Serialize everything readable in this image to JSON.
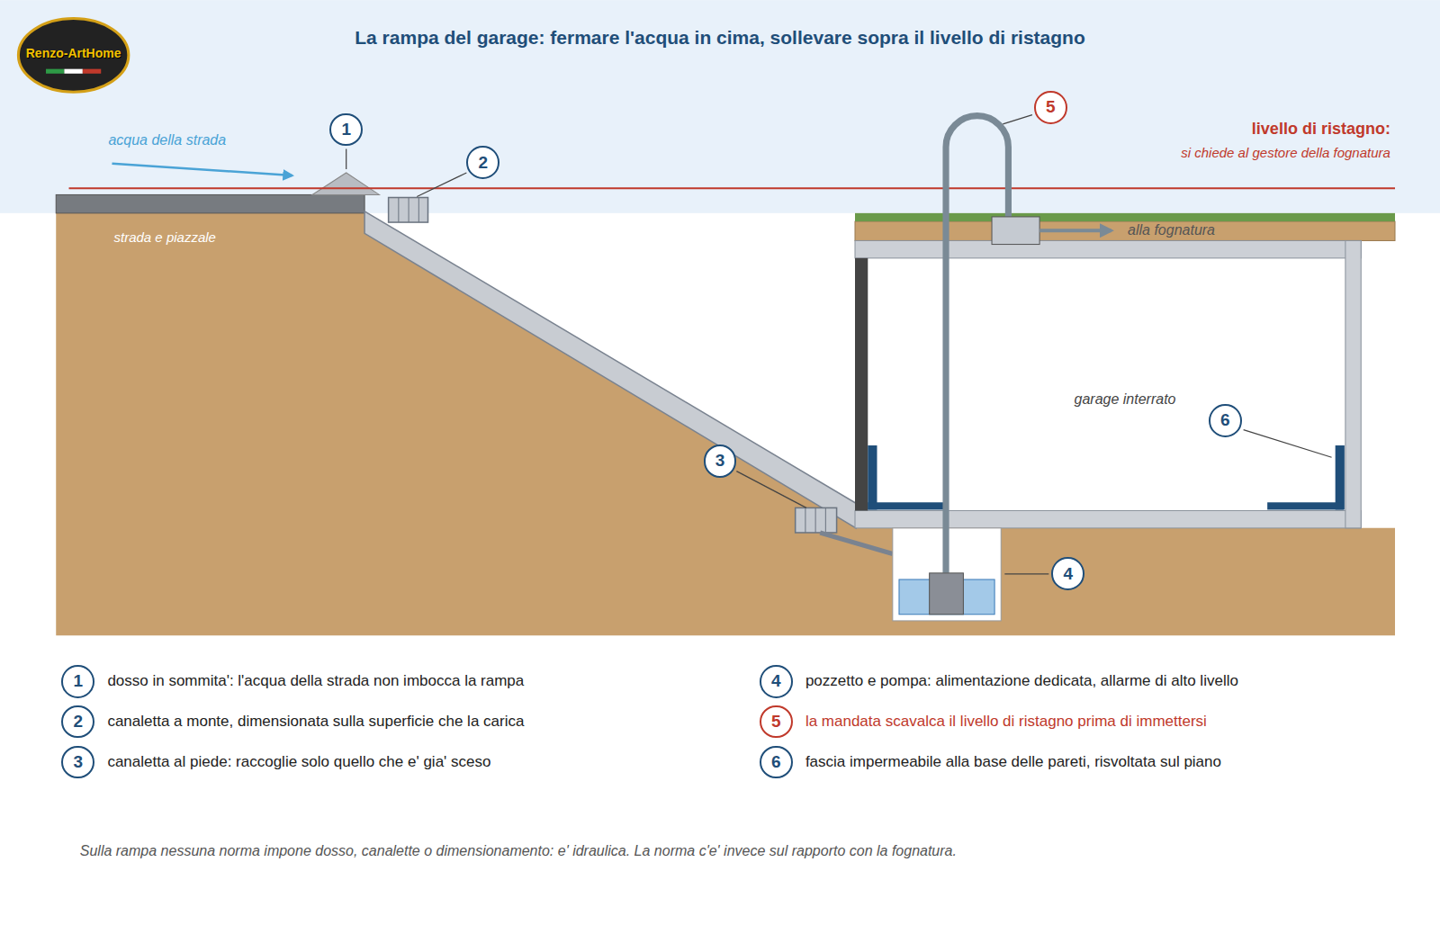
{
  "diagram": {
    "title": "La rampa del garage: fermare l'acqua in cima, sollevare sopra il livello di ristagno",
    "caption": "Sulla rampa nessuna norma impone dosso, canalette o dimensionamento: e' idraulica. La norma c'e' invece sul rapporto con la fognatura.",
    "nodes": [
      {
        "text": [
          "1"
        ]
      },
      {
        "text": [
          "2"
        ]
      },
      {
        "text": [
          "5"
        ]
      },
      {
        "text": [
          "6"
        ]
      },
      {
        "text": [
          "3"
        ]
      },
      {
        "text": [
          "4"
        ]
      },
      {
        "text": [
          "1"
        ]
      },
      {
        "text": [
          "4"
        ]
      },
      {
        "text": [
          "2"
        ]
      },
      {
        "text": [
          "5"
        ]
      },
      {
        "text": [
          "3"
        ]
      },
      {
        "text": [
          "6"
        ]
      }
    ],
    "edges": [],
    "labels": [
      "Renzo-ArtHome",
      "acqua della strada",
      "livello di ristagno:",
      "si chiede al gestore della fognatura",
      "strada e piazzale",
      "alla fognatura",
      "garage interrato",
      "dosso in sommita': l'acqua della strada non imbocca la rampa",
      "pozzetto e pompa: alimentazione dedicata, allarme di alto livello",
      "canaletta a monte, dimensionata sulla superficie che la carica",
      "la mandata scavalca il livello di ristagno prima di immettersi",
      "canaletta al piede: raccoglie solo quello che e' gia' sceso",
      "fascia impermeabile alla base delle pareti, risvoltata sul piano"
    ]
  }
}
